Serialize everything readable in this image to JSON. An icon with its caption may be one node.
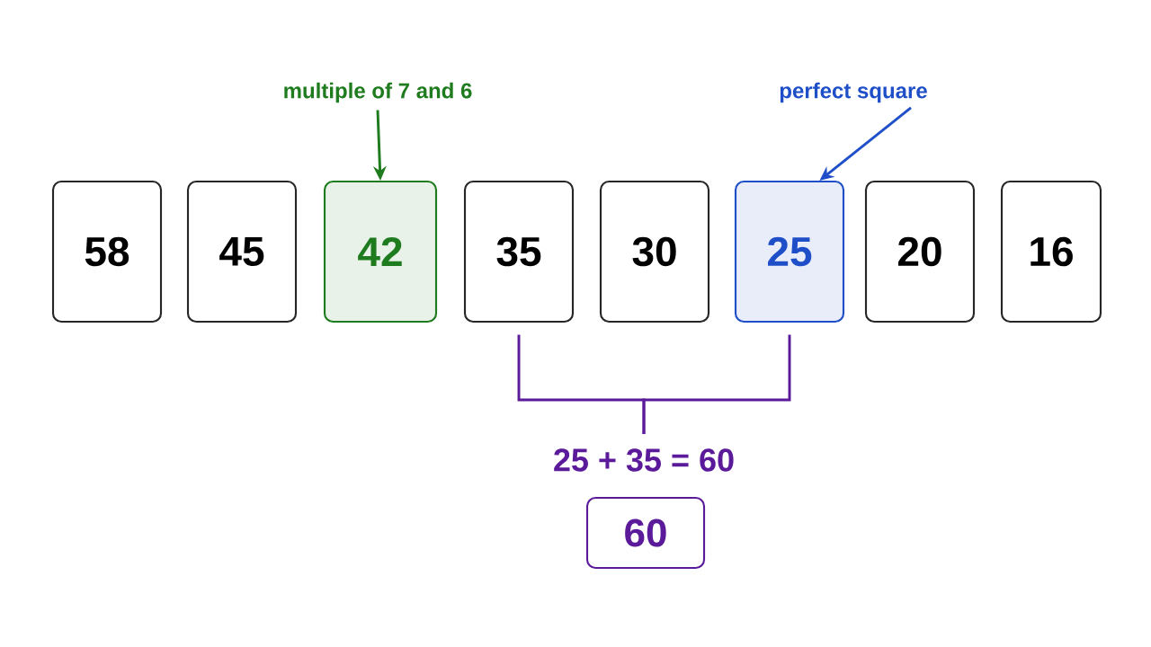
{
  "diagram": {
    "nodes": [
      {
        "text": [
          "58"
        ]
      },
      {
        "text": [
          "45"
        ]
      },
      {
        "text": [
          "42"
        ]
      },
      {
        "text": [
          "35"
        ]
      },
      {
        "text": [
          "30"
        ]
      },
      {
        "text": [
          "25"
        ]
      },
      {
        "text": [
          "20"
        ]
      },
      {
        "text": [
          "16"
        ]
      },
      {
        "text": [
          "multiple of 7 and 6"
        ]
      },
      {
        "text": [
          "perfect square"
        ]
      },
      {
        "text": [
          "25 + 35 = 60"
        ]
      },
      {
        "text": [
          "60"
        ]
      }
    ],
    "edges": [
      {
        "from": 8,
        "to": 2,
        "arrow": "to",
        "color": "#1e7b1e"
      },
      {
        "from": 9,
        "to": 5,
        "arrow": "to",
        "color": "#1f4fc8"
      },
      {
        "from": 3,
        "to": 10,
        "arrow": "none",
        "color": "#5a1a9a"
      },
      {
        "from": 5,
        "to": 10,
        "arrow": "none",
        "color": "#5a1a9a"
      }
    ]
  }
}
